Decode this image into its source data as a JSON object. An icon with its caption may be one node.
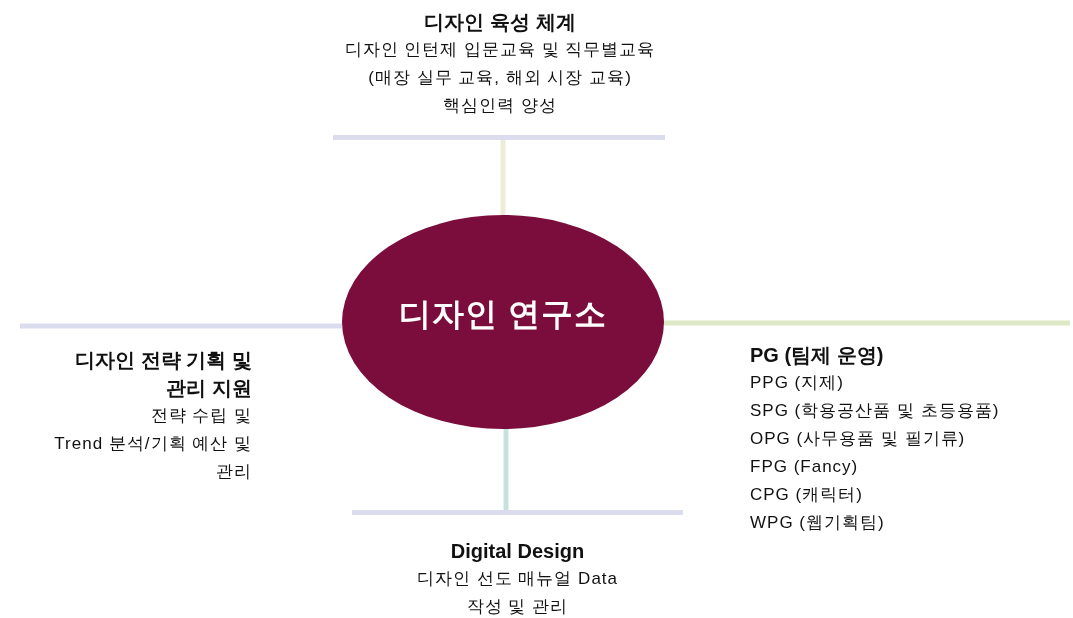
{
  "diagram": {
    "nodes": [
      {
        "text": [
          "디자인 연구소"
        ]
      },
      {
        "text": [
          "디자인 육성 체계",
          "디자인 인턴제 입문교육 및 직무별교육",
          "(매장 실무 교육, 해외 시장 교육)",
          "핵심인력 양성"
        ]
      },
      {
        "text": [
          "디자인 전략 기획 및 관리 지원",
          "전략 수립 및",
          "Trend 분석/기획 예산 및 관리"
        ]
      },
      {
        "text": [
          "PG (팀제 운영)",
          "PPG (지제)",
          "SPG (학용공산품 및 초등용품)",
          "OPG (사무용품 및 필기류)",
          "FPG (Fancy)",
          "CPG (캐릭터)",
          "WPG (웹기획팀)"
        ]
      },
      {
        "text": [
          "Digital Design",
          "디자인 선도 매뉴얼 Data 작성 및 관리"
        ]
      }
    ],
    "edges": [
      {
        "from": 0,
        "to": 1,
        "arrow": "none",
        "color": "#eeecd6"
      },
      {
        "from": 0,
        "to": 2,
        "arrow": "none",
        "color": "#dcdcef"
      },
      {
        "from": 0,
        "to": 3,
        "arrow": "none",
        "color": "#dde8c5"
      },
      {
        "from": 0,
        "to": 4,
        "arrow": "none",
        "color": "#c6e2de"
      }
    ]
  }
}
